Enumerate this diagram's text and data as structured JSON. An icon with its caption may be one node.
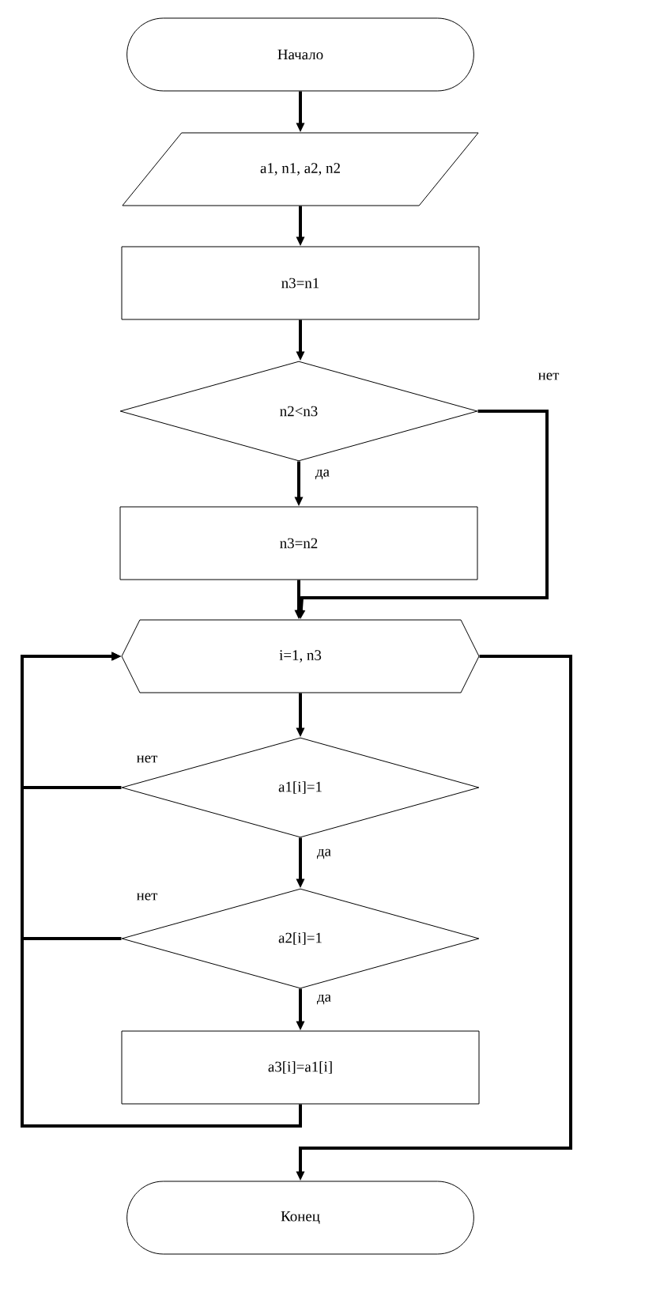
{
  "diagram": {
    "nodes": [
      {
        "text": [
          "Начало"
        ]
      },
      {
        "text": [
          "a1, n1, a2, n2"
        ]
      },
      {
        "text": [
          "n3=n1"
        ]
      },
      {
        "text": [
          "n2<n3"
        ]
      },
      {
        "text": [
          "n3=n2"
        ]
      },
      {
        "text": [
          "i=1, n3"
        ]
      },
      {
        "text": [
          "a1[i]=1"
        ]
      },
      {
        "text": [
          "a2[i]=1"
        ]
      },
      {
        "text": [
          "a3[i]=a1[i]"
        ]
      },
      {
        "text": [
          "Конец"
        ]
      }
    ],
    "edges": [
      {
        "from": 0,
        "to": 1,
        "arrow": "to"
      },
      {
        "from": 1,
        "to": 2,
        "arrow": "to"
      },
      {
        "from": 2,
        "to": 3,
        "arrow": "to"
      },
      {
        "from": 3,
        "to": 4,
        "arrow": "to",
        "label": "да"
      },
      {
        "from": 3,
        "to": 5,
        "arrow": "to",
        "label": "нет"
      },
      {
        "from": 4,
        "to": 5,
        "arrow": "to"
      },
      {
        "from": 5,
        "to": 6,
        "arrow": "to"
      },
      {
        "from": 6,
        "to": 7,
        "arrow": "to",
        "label": "да"
      },
      {
        "from": 6,
        "to": 5,
        "arrow": "to",
        "label": "нет"
      },
      {
        "from": 7,
        "to": 8,
        "arrow": "to",
        "label": "да"
      },
      {
        "from": 7,
        "to": 5,
        "arrow": "to",
        "label": "нет"
      },
      {
        "from": 8,
        "to": 5,
        "arrow": "to"
      },
      {
        "from": 5,
        "to": 9,
        "arrow": "to"
      }
    ]
  }
}
